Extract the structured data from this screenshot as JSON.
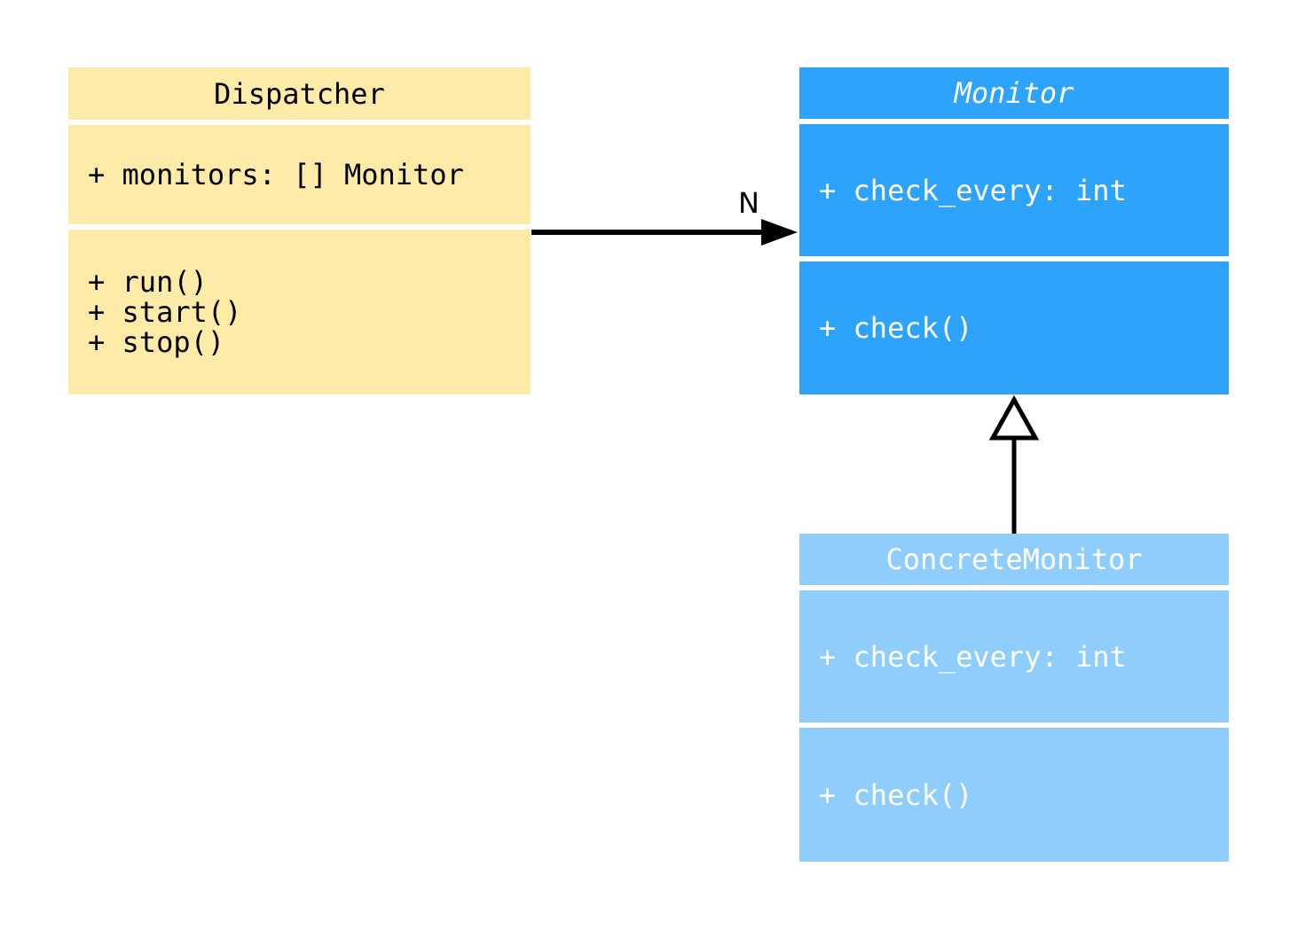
{
  "diagram": {
    "classes": [
      {
        "name": "Dispatcher",
        "attributes": [
          "+ monitors: [] Monitor"
        ],
        "methods": [
          "+ run()",
          "+ start()",
          "+ stop()"
        ],
        "fill_color": "#FDEBA7",
        "text_color": "#000000",
        "title_italic": false
      },
      {
        "name": "Monitor",
        "attributes": [
          "+ check_every: int"
        ],
        "methods": [
          "+ check()"
        ],
        "fill_color": "#2EA3FC",
        "text_color": "#FFFFFF",
        "title_italic": true
      },
      {
        "name": "ConcreteMonitor",
        "attributes": [
          "+ check_every: int"
        ],
        "methods": [
          "+ check()"
        ],
        "fill_color": "#8FCEFC",
        "text_color": "#FFFFFF",
        "title_italic": false
      }
    ],
    "relations": [
      {
        "type": "association",
        "from": "Dispatcher",
        "to": "Monitor",
        "label": "N",
        "line_color": "#000000"
      },
      {
        "type": "inheritance",
        "from": "ConcreteMonitor",
        "to": "Monitor",
        "label": "",
        "line_color": "#000000"
      }
    ]
  }
}
